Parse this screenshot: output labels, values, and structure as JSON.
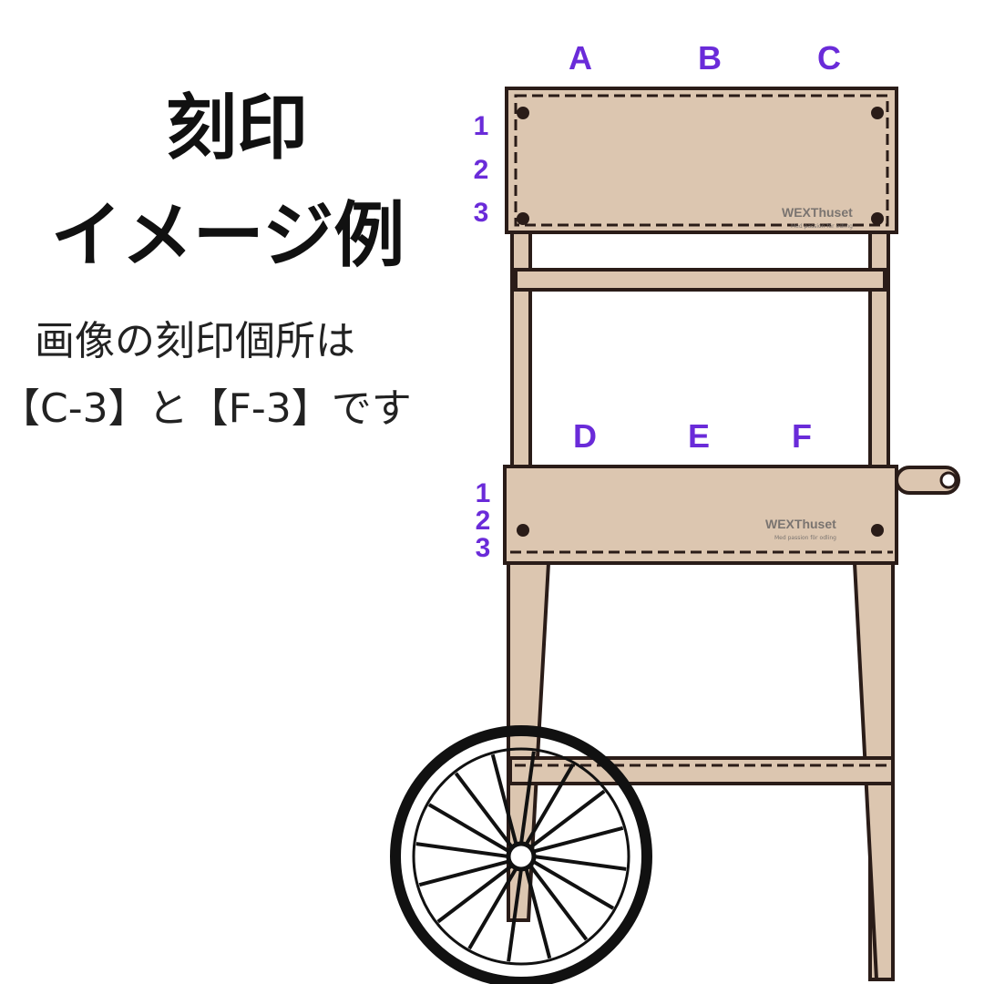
{
  "heading": {
    "line1": "刻印",
    "line2": "イメージ例"
  },
  "description": {
    "line1": "画像の刻印個所は",
    "line2": "【C-3】と【F-3】です"
  },
  "diagram": {
    "upper_columns": [
      "A",
      "B",
      "C"
    ],
    "lower_columns": [
      "D",
      "E",
      "F"
    ],
    "rows": [
      "1",
      "2",
      "3"
    ],
    "brand": {
      "name": "WEXThuset",
      "tagline": "Med passion för odling"
    },
    "colors": {
      "label": "#6a2bd9",
      "wood": "#dcc6b0",
      "outline": "#2a1c18"
    }
  }
}
